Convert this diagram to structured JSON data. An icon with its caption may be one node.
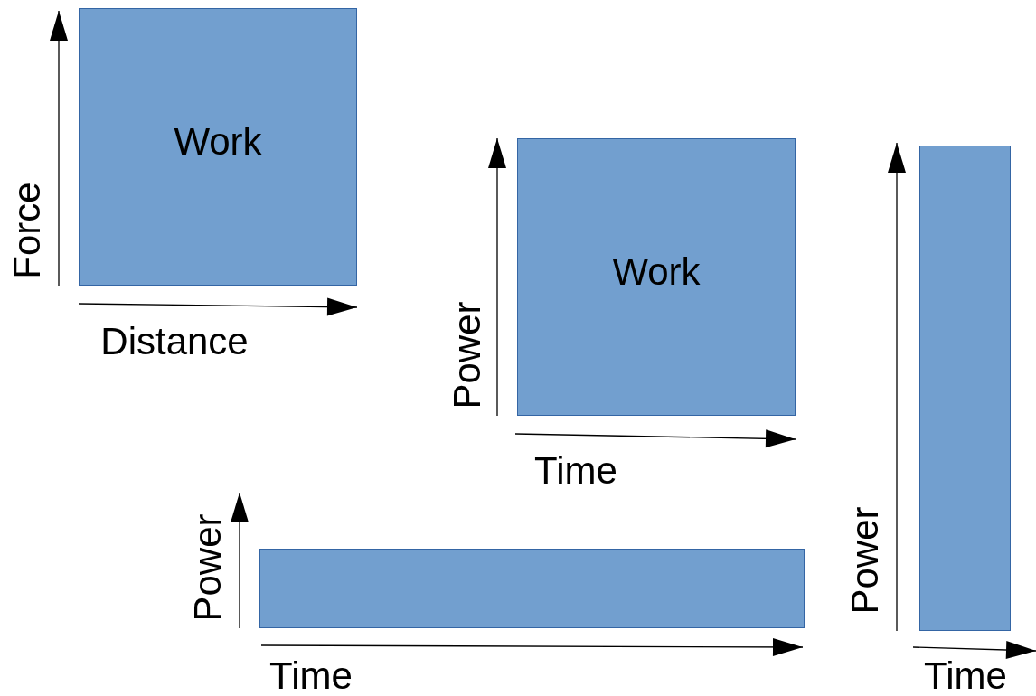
{
  "diagram": {
    "nodes": [
      {
        "text": [
          "Work"
        ]
      },
      {
        "text": [
          "Work"
        ]
      },
      {
        "text": [],
        "shape": "box"
      },
      {
        "text": [],
        "shape": "box"
      }
    ],
    "edges": [],
    "labels": [
      "Force",
      "Distance",
      "Power",
      "Time",
      "Power",
      "Time",
      "Power",
      "Time"
    ]
  }
}
